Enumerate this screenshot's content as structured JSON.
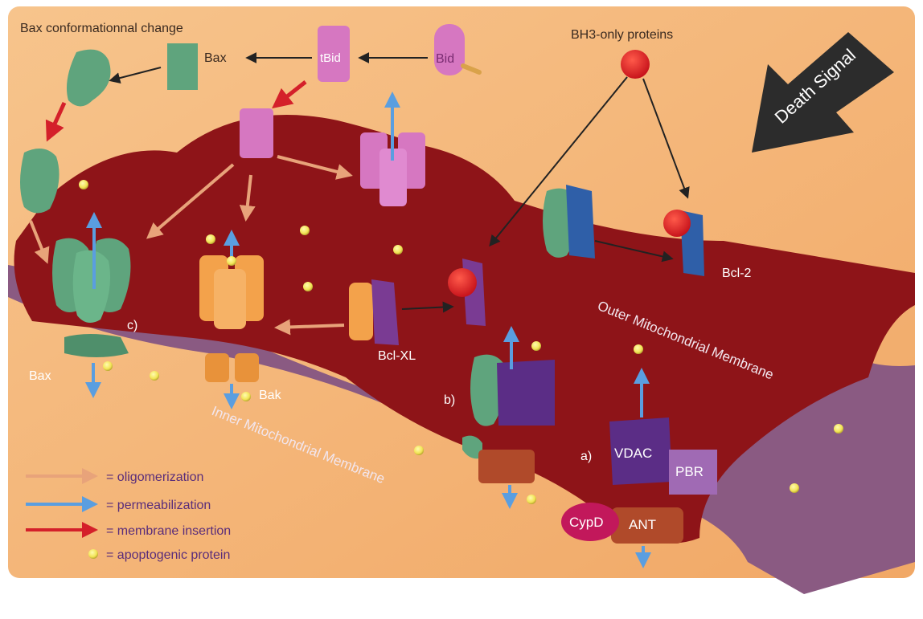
{
  "labels": {
    "bax_change": "Bax conformationnal change",
    "bax_top": "Bax",
    "tbid": "tBid",
    "bid": "Bid",
    "bh3": "BH3-only proteins",
    "death_signal": "Death Signal",
    "bcl2": "Bcl-2",
    "bclxl": "Bcl-XL",
    "c": "c)",
    "b": "b)",
    "a": "a)",
    "bax_left": "Bax",
    "bak": "Bak",
    "vdac": "VDAC",
    "pbr": "PBR",
    "cypd": "CypD",
    "ant": "ANT",
    "outer_membrane": "Outer Mitochondrial Membrane",
    "inner_membrane": "Inner Mitochondrial Membrane"
  },
  "legend": [
    {
      "symbol": "arrow",
      "color": "#e8a37a",
      "label": "= oligomerization"
    },
    {
      "symbol": "arrow",
      "color": "#5a9ee0",
      "label": "= permeabilization"
    },
    {
      "symbol": "arrow",
      "color": "#d4202a",
      "label": "= membrane insertion"
    },
    {
      "symbol": "dot",
      "color": "#f2e455",
      "label": "= apoptogenic protein"
    }
  ],
  "colors": {
    "background": "#f5b678",
    "outer_membrane": "#8e1418",
    "inner_membrane": "#8a5a82",
    "bax": "#5fa47d",
    "tbid": "#d677c1",
    "bak": "#f3a24b",
    "bcl": "#7a3b93",
    "bcl2": "#2f5fa8",
    "bh3": "#e8262a",
    "death_arrow": "#2c2c2c"
  }
}
